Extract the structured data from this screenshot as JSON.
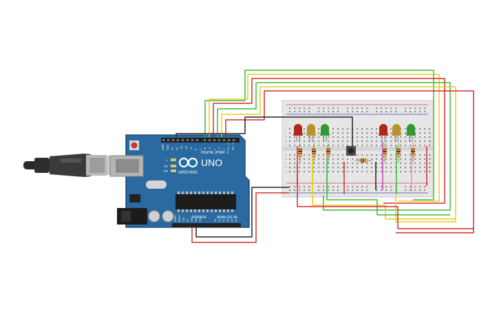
{
  "board": {
    "model": "UNO",
    "brand": "ARDUINO",
    "digital_header": "DIGITAL (PWM ~)",
    "power_label": "POWER",
    "analog_label": "ANALOG IN",
    "pin_labels": [
      "AREF",
      "GND",
      "13",
      "12",
      "~11",
      "~10",
      "~9",
      "8",
      "7",
      "~6",
      "~5",
      "4",
      "~3",
      "2",
      "TX→1",
      "RX←0"
    ],
    "led_labels": [
      "L",
      "TX",
      "RX"
    ],
    "power_pins": [
      "IOREF",
      "RESET",
      "3.3V",
      "5V",
      "GND",
      "GND",
      "Vin"
    ],
    "analog_pins": [
      "A0",
      "A1",
      "A2",
      "A3",
      "A4",
      "A5"
    ]
  },
  "breadboard": {
    "row_letters_top": [
      "j",
      "i",
      "h",
      "g",
      "f"
    ],
    "row_letters_bottom": [
      "e",
      "d",
      "c",
      "b",
      "a"
    ]
  },
  "components": {
    "leds_left": [
      "red",
      "yellow",
      "green"
    ],
    "leds_right": [
      "red",
      "yellow",
      "green"
    ],
    "colors": {
      "red_led": "#b3241c",
      "yellow_led": "#b8932a",
      "green_led": "#2f9a32",
      "wire_red": "#d42a2a",
      "wire_yellow": "#e8cc1a",
      "wire_green": "#3cbb34",
      "wire_black": "#222222",
      "wire_magenta": "#c43dbb",
      "wire_pink": "#e88fb5",
      "board_blue": "#1f5e8f"
    }
  }
}
